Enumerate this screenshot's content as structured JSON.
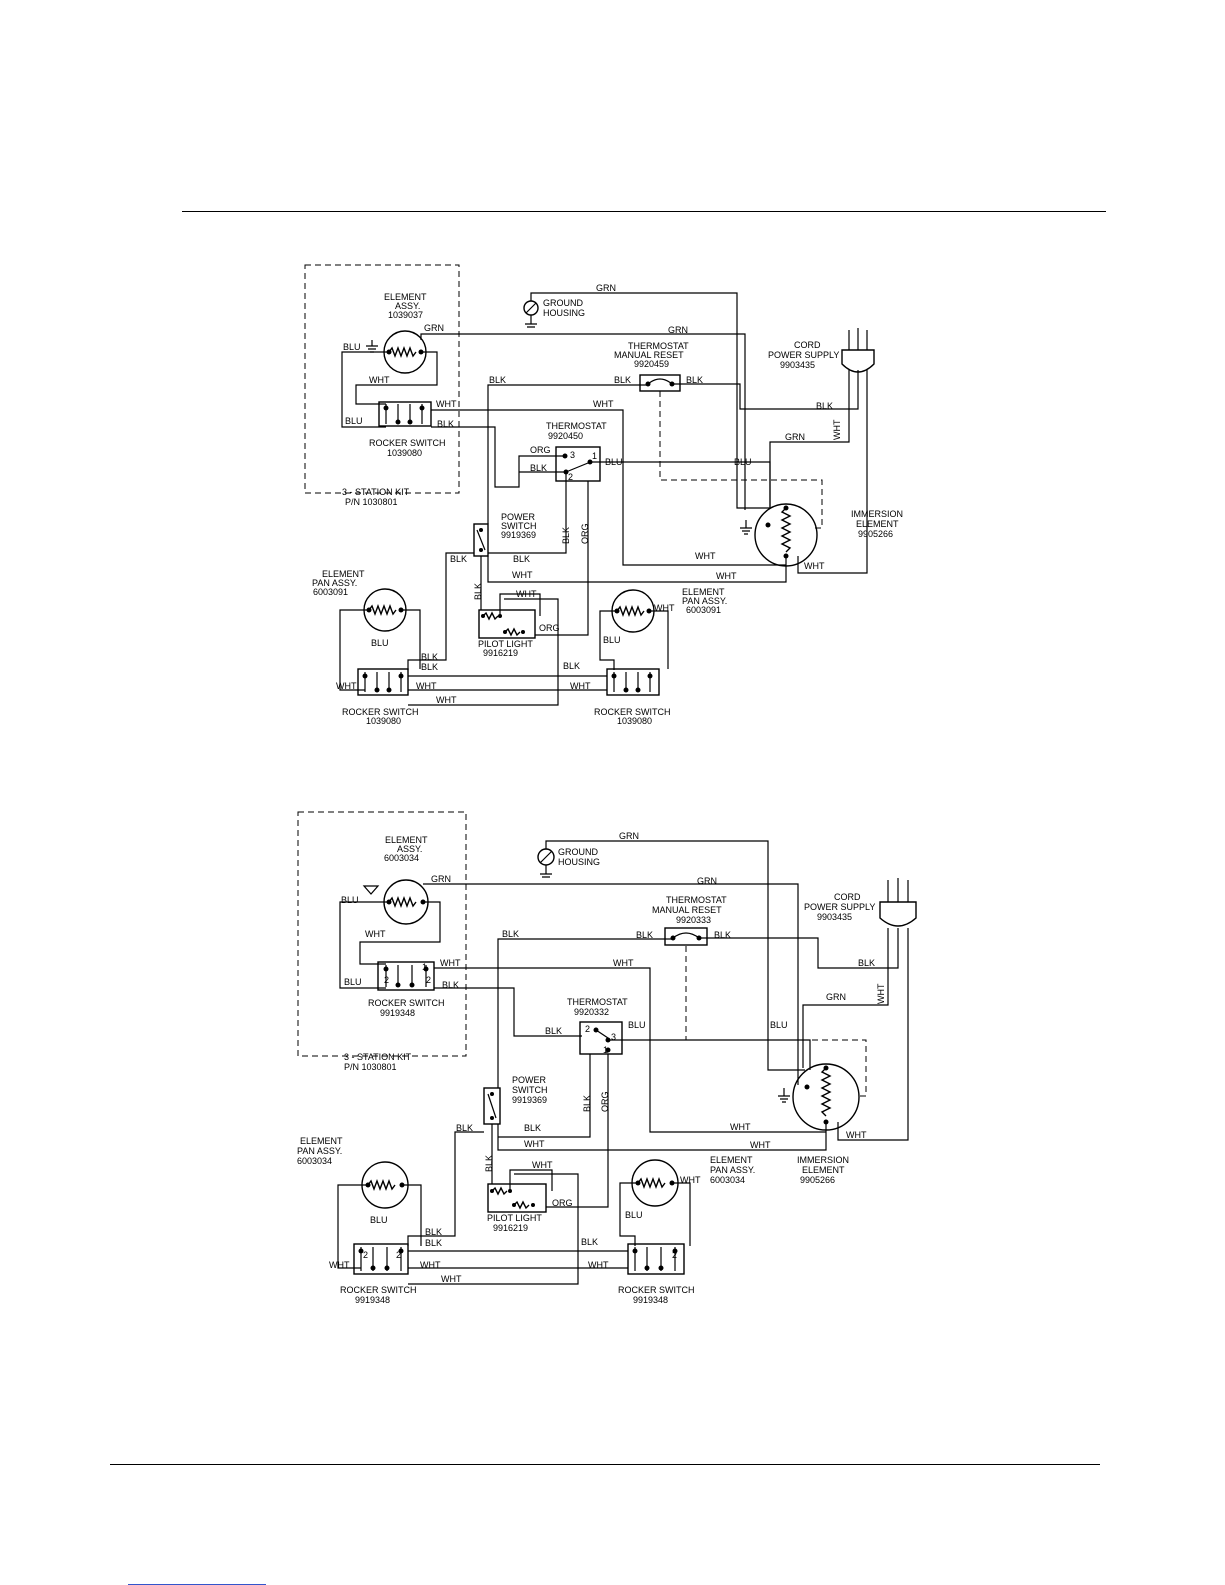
{
  "diagram1": {
    "kit_label": "3 - STATION KIT",
    "kit_pn": "P/N 1030801",
    "element_assy": {
      "title": "ELEMENT",
      "title2": "ASSY.",
      "pn": "1039037"
    },
    "rocker_top": {
      "title": "ROCKER SWITCH",
      "pn": "1039080"
    },
    "ground": {
      "line1": "GROUND",
      "line2": "HOUSING"
    },
    "thermostat_reset": {
      "title": "THERMOSTAT",
      "title2": "MANUAL RESET",
      "pn": "9920459"
    },
    "cord": {
      "title": "CORD",
      "title2": "POWER SUPPLY",
      "pn": "9903435"
    },
    "thermostat": {
      "title": "THERMOSTAT",
      "pn": "9920450"
    },
    "power_switch": {
      "title": "POWER",
      "title2": "SWITCH",
      "pn": "9919369"
    },
    "immersion": {
      "title": "IMMERSION",
      "title2": "ELEMENT",
      "pn": "9905266"
    },
    "element_pan_left": {
      "title": "ELEMENT",
      "title2": "PAN ASSY.",
      "pn": "6003091"
    },
    "element_pan_right": {
      "title": "ELEMENT",
      "title2": "PAN ASSY.",
      "pn": "6003091"
    },
    "pilot_light": {
      "title": "PILOT LIGHT",
      "pn": "9916219"
    },
    "rocker_bl": {
      "title": "ROCKER SWITCH",
      "pn": "1039080"
    },
    "rocker_br": {
      "title": "ROCKER SWITCH",
      "pn": "1039080"
    }
  },
  "diagram2": {
    "kit_label": "3 - STATION KIT",
    "kit_pn": "P/N 1030801",
    "element_assy": {
      "title": "ELEMENT",
      "title2": "ASSY.",
      "pn": "6003034"
    },
    "rocker_top": {
      "title": "ROCKER SWITCH",
      "pn": "9919348"
    },
    "ground": {
      "line1": "GROUND",
      "line2": "HOUSING"
    },
    "thermostat_reset": {
      "title": "THERMOSTAT",
      "title2": "MANUAL RESET",
      "pn": "9920333"
    },
    "cord": {
      "title": "CORD",
      "title2": "POWER SUPPLY",
      "pn": "9903435"
    },
    "thermostat": {
      "title": "THERMOSTAT",
      "pn": "9920332"
    },
    "power_switch": {
      "title": "POWER",
      "title2": "SWITCH",
      "pn": "9919369"
    },
    "immersion": {
      "title": "IMMERSION",
      "title2": "ELEMENT",
      "pn": "9905266"
    },
    "element_pan_left": {
      "title": "ELEMENT",
      "title2": "PAN ASSY.",
      "pn": "6003034"
    },
    "element_pan_right": {
      "title": "ELEMENT",
      "title2": "PAN ASSY.",
      "pn": "6003034"
    },
    "pilot_light": {
      "title": "PILOT LIGHT",
      "pn": "9916219"
    },
    "rocker_bl": {
      "title": "ROCKER SWITCH",
      "pn": "9919348"
    },
    "rocker_br": {
      "title": "ROCKER SWITCH",
      "pn": "9919348"
    }
  },
  "wire_labels": {
    "grn": "GRN",
    "blk": "BLK",
    "wht": "WHT",
    "blu": "BLU",
    "org": "ORG"
  },
  "terminals": {
    "t1": "1",
    "t2": "2",
    "t3": "3"
  }
}
